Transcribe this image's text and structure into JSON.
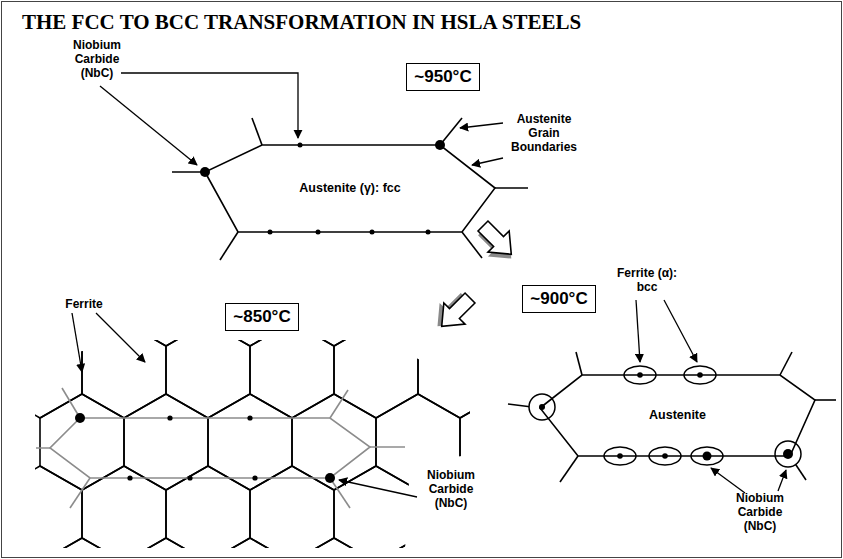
{
  "diagram": {
    "title": "THE FCC TO BCC TRANSFORMATION IN HSLA STEELS",
    "nodes": [
      {
        "text": [
          "~950°C"
        ]
      },
      {
        "text": [
          "Austenite (γ): fcc"
        ]
      },
      {
        "text": [
          "~900°C"
        ]
      },
      {
        "text": [
          "Austenite"
        ]
      },
      {
        "text": [
          "~850°C"
        ]
      }
    ],
    "labels": [
      "Niobium Carbide (NbC)",
      "Austenite Grain Boundaries",
      "Ferrite (α): bcc",
      "Niobium Carbide (NbC)",
      "Ferrite",
      "Niobium Carbide (NbC)"
    ]
  }
}
